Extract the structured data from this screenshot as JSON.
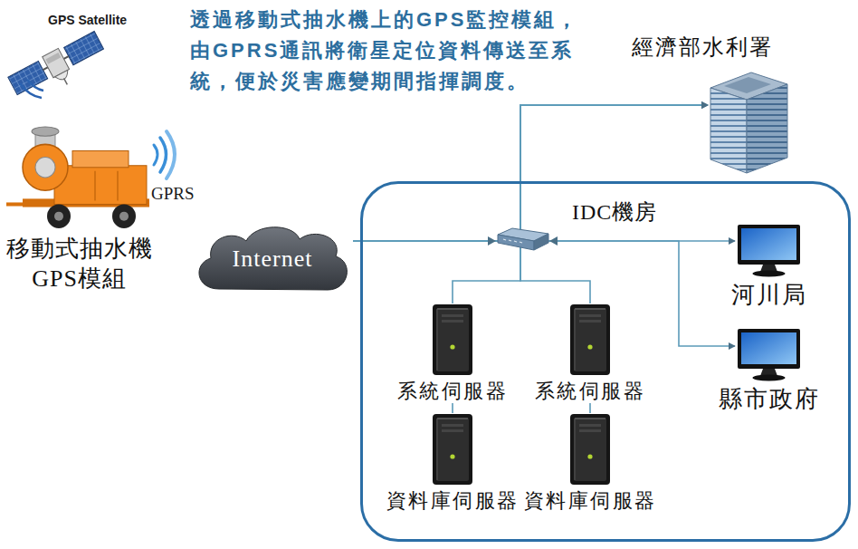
{
  "diagram": {
    "nodes": [
      {
        "text": [
          "移動式抽水機 GPS模組"
        ]
      },
      {
        "text": [
          "Internet"
        ]
      },
      {
        "text": [
          "經濟部水利署"
        ]
      },
      {
        "text": [
          "IDC機房"
        ]
      },
      {
        "text": [
          "系統伺服器"
        ],
        "in": 3
      },
      {
        "text": [
          "系統伺服器"
        ],
        "in": 3
      },
      {
        "text": [
          "資料庫伺服器"
        ],
        "in": 3
      },
      {
        "text": [
          "資料庫伺服器"
        ],
        "in": 3
      },
      {
        "text": [
          "河川局"
        ],
        "in": 3
      },
      {
        "text": [
          "縣市政府"
        ],
        "in": 3
      }
    ],
    "edges": [
      {
        "from": 1,
        "to": 2,
        "arrow": "to"
      },
      {
        "from": 1,
        "to": 8,
        "arrow": "to"
      },
      {
        "from": 1,
        "to": 9,
        "arrow": "to"
      },
      {
        "from": 4,
        "to": 6,
        "arrow": "none"
      },
      {
        "from": 5,
        "to": 7,
        "arrow": "none"
      },
      {
        "from": 4,
        "to": 2,
        "arrow": "to"
      },
      {
        "from": 5,
        "to": 2,
        "arrow": "to"
      }
    ],
    "labels": [
      "GPS Satellite",
      "透過移動式抽水機上的GPS監控模組，由GPRS通訊將衛星定位資料傳送至系統，便於災害應變期間指揮調度。",
      "GPRS"
    ]
  }
}
